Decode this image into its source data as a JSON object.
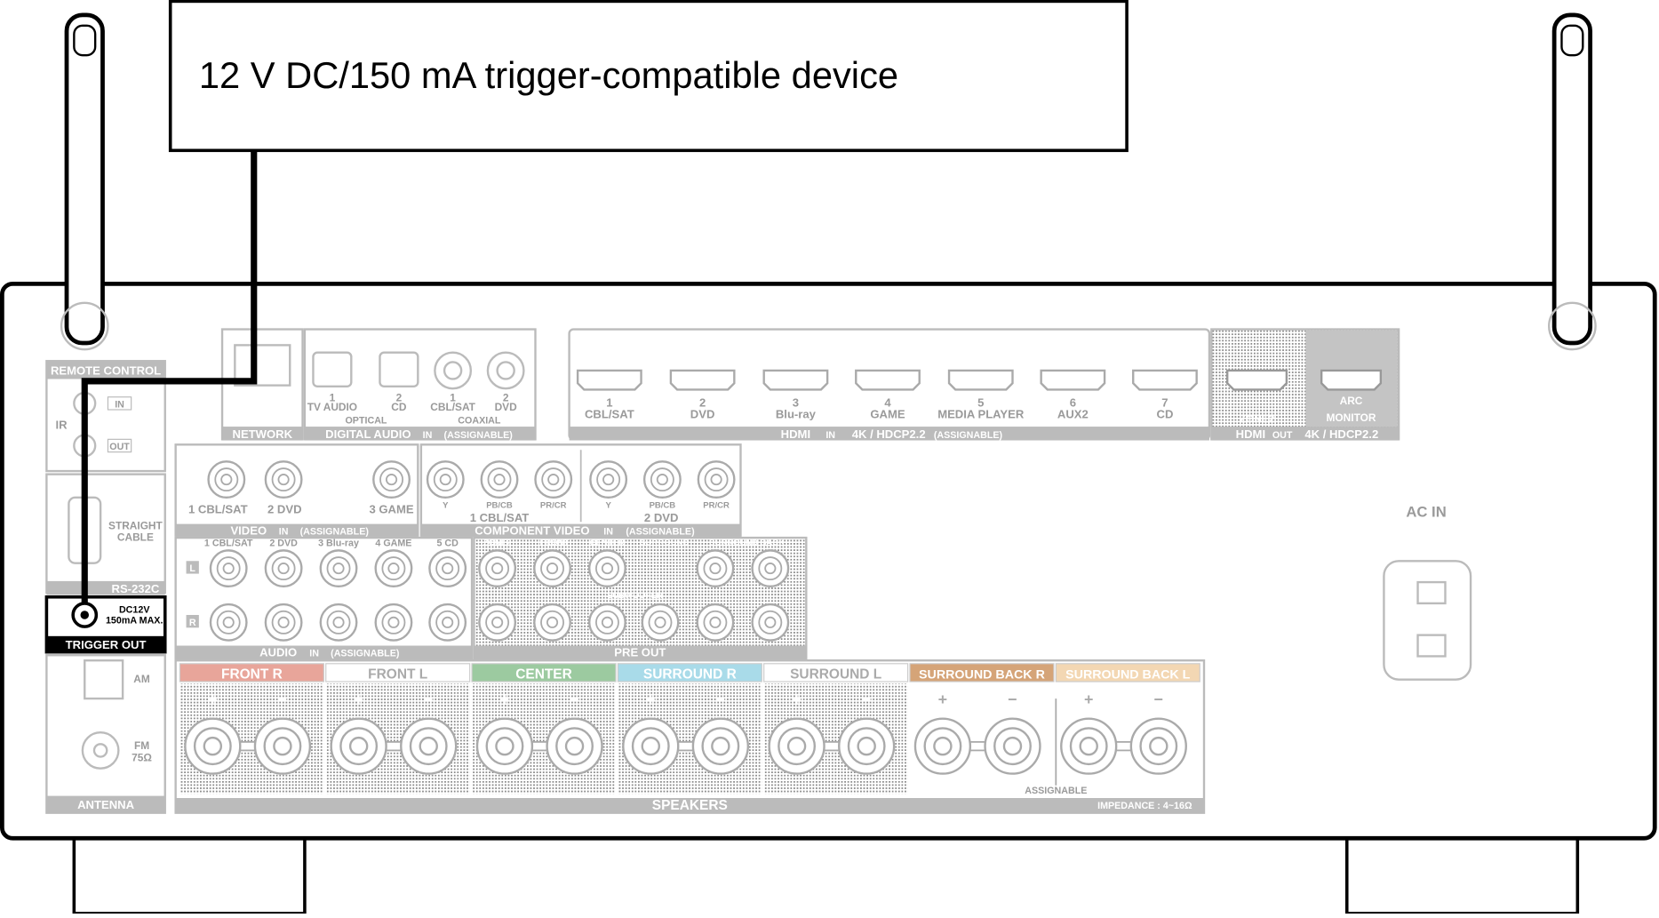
{
  "device_box": {
    "label": "12 V DC/150 mA trigger-compatible device"
  },
  "panel": {
    "remote_control": {
      "title": "REMOTE CONTROL",
      "ir": "IR",
      "in": "IN",
      "out": "OUT"
    },
    "rs232c": {
      "title": "RS-232C",
      "cable": [
        "STRAIGHT",
        "CABLE"
      ]
    },
    "trigger_out": {
      "title": "TRIGGER OUT",
      "spec": [
        "DC12V",
        "150mA MAX."
      ]
    },
    "antenna": {
      "title": "ANTENNA",
      "am": "AM",
      "fm": [
        "FM",
        "75Ω"
      ]
    },
    "network": {
      "title": "NETWORK"
    },
    "digital_audio": {
      "title": "DIGITAL AUDIO",
      "in_tag": "IN",
      "assignable": "(ASSIGNABLE)",
      "optical": "OPTICAL",
      "coaxial": "COAXIAL",
      "jacks": [
        {
          "num": "1",
          "name": "TV AUDIO"
        },
        {
          "num": "2",
          "name": "CD"
        },
        {
          "num": "1",
          "name": "CBL/SAT"
        },
        {
          "num": "2",
          "name": "DVD"
        }
      ]
    },
    "hdmi_in": {
      "title": "HDMI",
      "in_tag": "IN",
      "spec": "4K / HDCP2.2",
      "assignable": "(ASSIGNABLE)",
      "ports": [
        {
          "num": "1",
          "name": "CBL/SAT"
        },
        {
          "num": "2",
          "name": "DVD"
        },
        {
          "num": "3",
          "name": "Blu-ray"
        },
        {
          "num": "4",
          "name": "GAME"
        },
        {
          "num": "5",
          "name": "MEDIA PLAYER"
        },
        {
          "num": "6",
          "name": "AUX2"
        },
        {
          "num": "7",
          "name": "CD"
        }
      ]
    },
    "hdmi_out": {
      "title": "HDMI",
      "out_tag": "OUT",
      "spec": "4K / HDCP2.2",
      "ports": [
        {
          "name": "ZONE2"
        },
        {
          "name": "ARC",
          "sub": "MONITOR"
        }
      ]
    },
    "video": {
      "title": "VIDEO",
      "in_tag": "IN",
      "assignable": "(ASSIGNABLE)",
      "jacks": [
        "1 CBL/SAT",
        "2 DVD",
        "3 GAME"
      ]
    },
    "component_video": {
      "title": "COMPONENT VIDEO",
      "in_tag": "IN",
      "assignable": "(ASSIGNABLE)",
      "jack_labels": [
        "Y",
        "PB/CB",
        "PR/CR",
        "Y",
        "PB/CB",
        "PR/CR"
      ],
      "groups": [
        "1 CBL/SAT",
        "2 DVD"
      ]
    },
    "audio": {
      "title": "AUDIO",
      "in_tag": "IN",
      "assignable": "(ASSIGNABLE)",
      "inputs": [
        "1 CBL/SAT",
        "2 DVD",
        "3 Blu-ray",
        "4 GAME",
        "5 CD"
      ],
      "l": "L",
      "r": "R"
    },
    "pre_out": {
      "title": "PRE OUT",
      "labels": [
        "ZONE2",
        "FRONT",
        "CENTER",
        "SUBWOOFER",
        "SURROUND",
        "SURROUND BACK"
      ]
    },
    "ac_in": {
      "label": "AC IN"
    },
    "speakers": {
      "title": "SPEAKERS",
      "assignable": "ASSIGNABLE",
      "impedance": "IMPEDANCE : 4~16Ω",
      "plus": "+",
      "minus": "−",
      "channels": [
        {
          "name": "FRONT",
          "side": "R",
          "color": "#e8a59a"
        },
        {
          "name": "FRONT",
          "side": "L",
          "color": "#ffffff"
        },
        {
          "name": "CENTER",
          "side": "",
          "color": "#9ccaa0"
        },
        {
          "name": "SURROUND",
          "side": "R",
          "color": "#a9dbe9"
        },
        {
          "name": "SURROUND",
          "side": "L",
          "color": "#ffffff"
        },
        {
          "name": "SURROUND BACK",
          "side": "R",
          "color": "#d5a478"
        },
        {
          "name": "SURROUND BACK",
          "side": "L",
          "color": "#f3d7b3"
        }
      ]
    }
  }
}
